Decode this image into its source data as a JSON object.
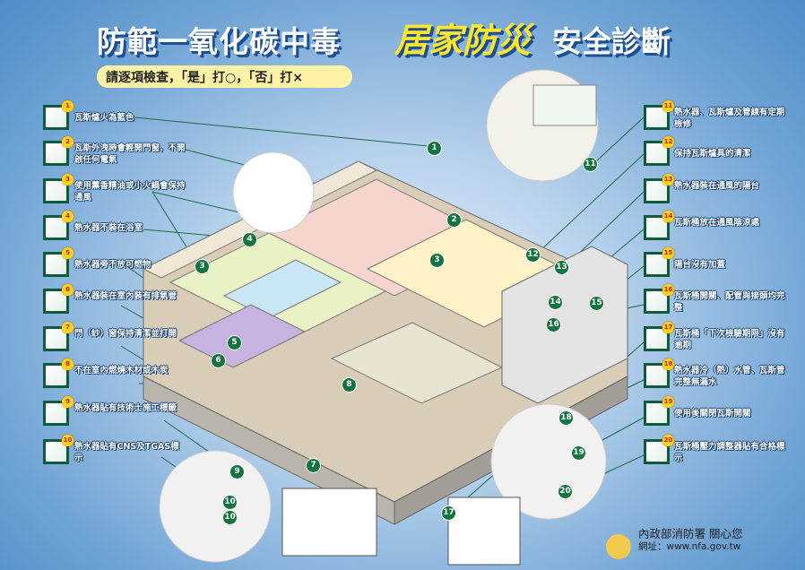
{
  "title": {
    "part1": "防範一氧化碳中毒",
    "part2": "居家防災",
    "part3": "安全診斷"
  },
  "instruction": "請逐項檢查，「是」打○，「否」打×",
  "checklist": [
    {
      "no": "1",
      "text": "瓦斯爐火為藍色"
    },
    {
      "no": "2",
      "text": "瓦斯外洩時會輕開門窗，不開啟任何電氣"
    },
    {
      "no": "3",
      "text": "使用薰香精油或小火鍋會保持通風"
    },
    {
      "no": "4",
      "text": "熱水器不裝在浴室"
    },
    {
      "no": "5",
      "text": "熱水器旁不放可燃物"
    },
    {
      "no": "6",
      "text": "熱水器裝在室內裝有排氣管"
    },
    {
      "no": "7",
      "text": "門（紗）窗保持清潔並打開"
    },
    {
      "no": "8",
      "text": "不在室內燃燒木材或木炭"
    },
    {
      "no": "9",
      "text": "熱水器貼有技術士施工標籤"
    },
    {
      "no": "10",
      "text": "熱水器貼有CNS及TGAS標示"
    },
    {
      "no": "11",
      "text": "熱水器、瓦斯爐及管線有定期檢修"
    },
    {
      "no": "12",
      "text": "保持瓦斯爐具的清潔"
    },
    {
      "no": "13",
      "text": "熱水器裝在通風的陽台"
    },
    {
      "no": "14",
      "text": "瓦斯桶放在通風陰涼處"
    },
    {
      "no": "15",
      "text": "陽台沒有加蓋"
    },
    {
      "no": "16",
      "text": "瓦斯桶開關、配管與接頭均完整"
    },
    {
      "no": "17",
      "text": "瓦斯桶「下次檢驗期限」沒有逾期"
    },
    {
      "no": "18",
      "text": "熱水器冷（熱）水管、瓦斯管完整無漏水"
    },
    {
      "no": "19",
      "text": "使用後關閉瓦斯開關"
    },
    {
      "no": "20",
      "text": "瓦斯桶壓力調整器貼有合格標示"
    }
  ],
  "markers": [
    "1",
    "2",
    "3",
    "3",
    "4",
    "5",
    "6",
    "7",
    "8",
    "9",
    "10",
    "10",
    "11",
    "12",
    "13",
    "14",
    "15",
    "16",
    "17",
    "18",
    "19",
    "20"
  ],
  "footer": {
    "org": "內政部消防署  關心您",
    "url": "網址：www.nfa.gov.tw"
  },
  "colors": {
    "background": "#5b95cd",
    "checkbox_border": "#0d5a3c",
    "marker": "#12743f",
    "badge": "#ffd21a"
  }
}
